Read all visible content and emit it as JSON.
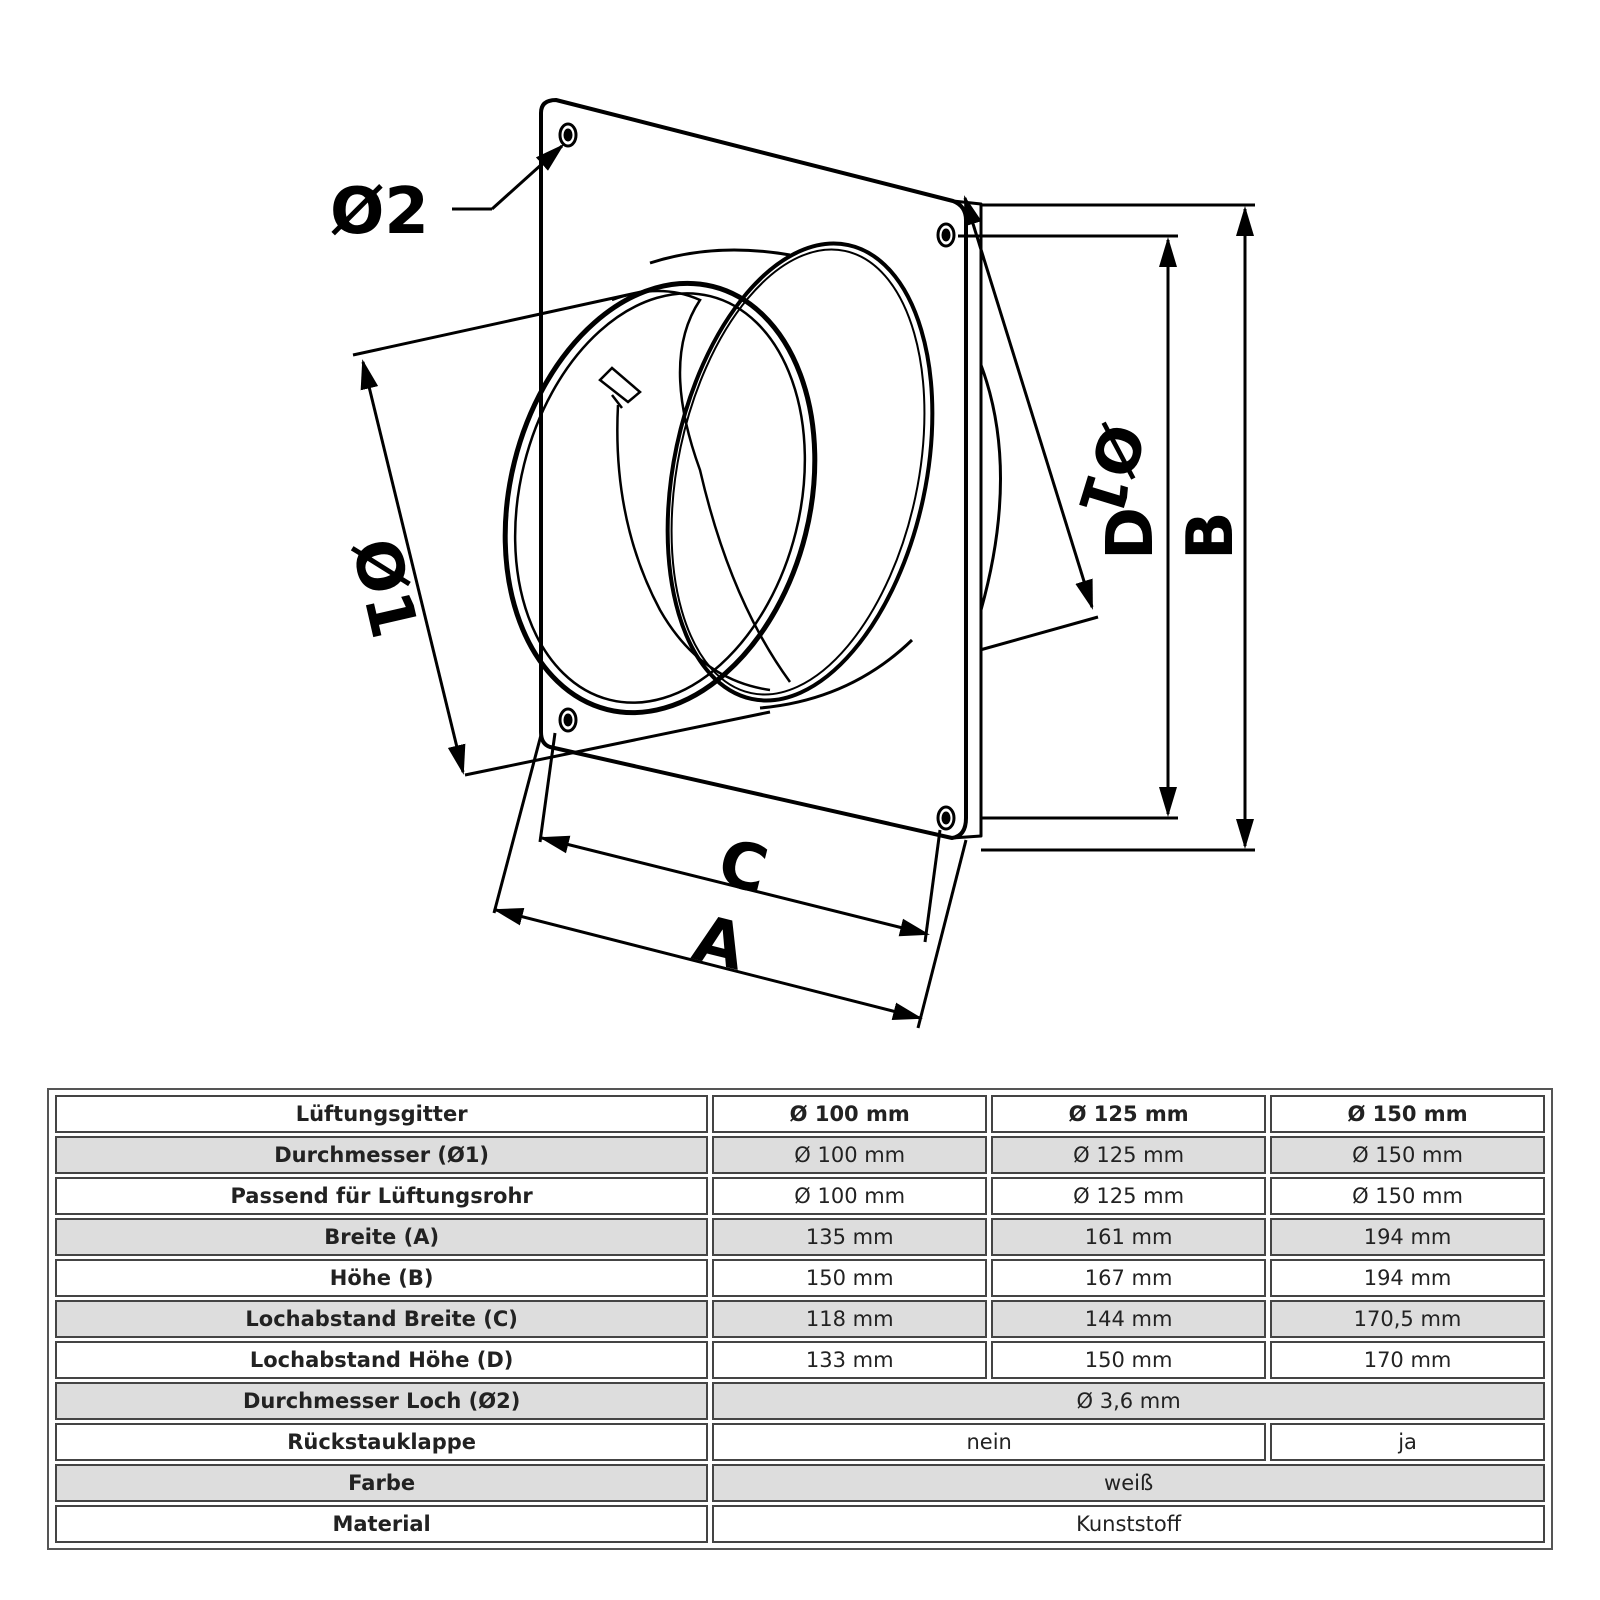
{
  "labels": {
    "phi2": "Ø2",
    "phi1_left": "Ø1",
    "phi1_right": "Ø1",
    "a": "A",
    "b": "B",
    "c": "C",
    "d": "D"
  },
  "table": {
    "header": [
      "Lüftungsgitter",
      "Ø 100 mm",
      "Ø 125 mm",
      "Ø 150 mm"
    ],
    "rows": [
      {
        "label": "Durchmesser (Ø1)",
        "values": [
          "Ø 100 mm",
          "Ø 125 mm",
          "Ø 150 mm"
        ]
      },
      {
        "label": "Passend für Lüftungsrohr",
        "values": [
          "Ø 100 mm",
          "Ø 125 mm",
          "Ø 150 mm"
        ]
      },
      {
        "label": "Breite (A)",
        "values": [
          "135 mm",
          "161 mm",
          "194 mm"
        ]
      },
      {
        "label": "Höhe (B)",
        "values": [
          "150 mm",
          "167 mm",
          "194 mm"
        ]
      },
      {
        "label": "Lochabstand Breite (C)",
        "values": [
          "118 mm",
          "144 mm",
          "170,5 mm"
        ]
      },
      {
        "label": "Lochabstand Höhe (D)",
        "values": [
          "133 mm",
          "150 mm",
          "170 mm"
        ]
      },
      {
        "label": "Durchmesser Loch (Ø2)",
        "values": [
          "Ø 3,6 mm"
        ]
      },
      {
        "label": "Rückstauklappe",
        "values": [
          "nein",
          "ja"
        ]
      },
      {
        "label": "Farbe",
        "values": [
          "weiß"
        ]
      },
      {
        "label": "Material",
        "values": [
          "Kunststoff"
        ]
      }
    ]
  }
}
